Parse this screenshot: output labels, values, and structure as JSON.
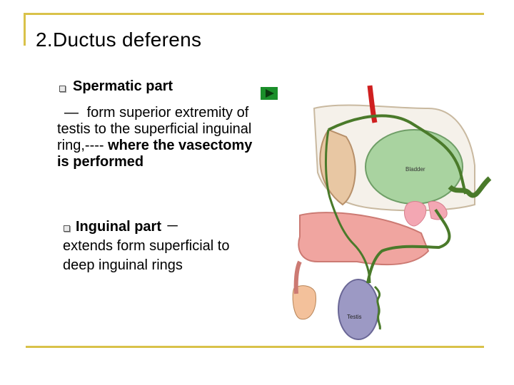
{
  "title": "2.Ductus deferens",
  "spermatic": {
    "heading": "Spermatic part",
    "dash": "—",
    "text_plain": "form superior extremity of testis to the superficial inguinal ring,----",
    "text_bold": "where the vasectomy is performed"
  },
  "inguinal": {
    "heading": "Inguinal part",
    "dash": "－",
    "text": "extends form superficial to deep inguinal rings"
  },
  "illustration": {
    "bladder_label": "Bladder",
    "testis_label": "Testis"
  },
  "colors": {
    "frame": "#d9c24a",
    "play_button": "#1a8f2a",
    "duct": "#4a7a2a",
    "bladder": "#a9d3a0"
  },
  "icons": {
    "bullet": "square-bullet-icon",
    "play": "play-icon"
  }
}
